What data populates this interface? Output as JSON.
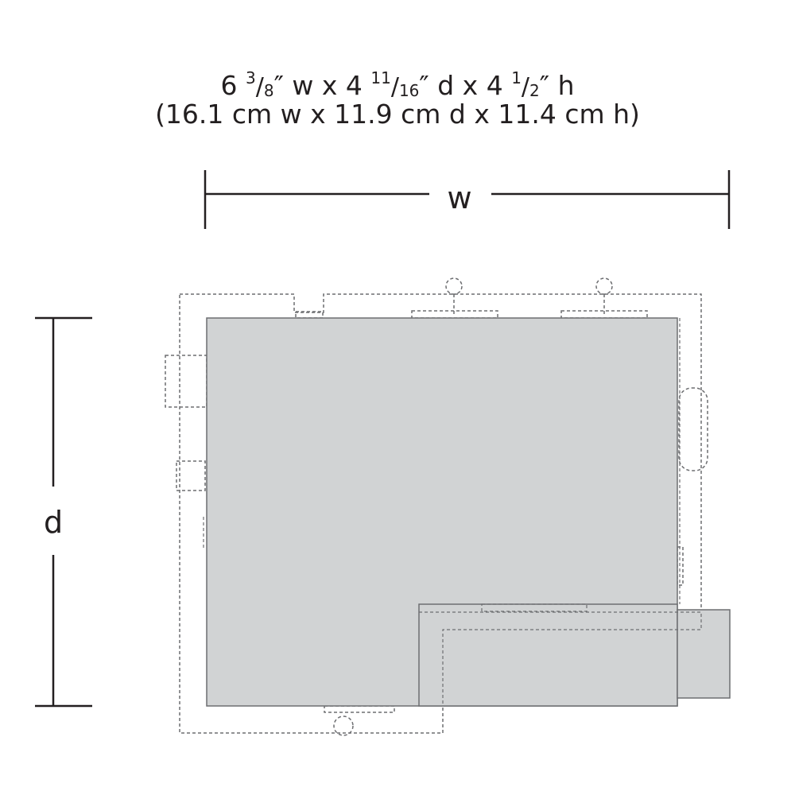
{
  "dimensions": {
    "imperial": {
      "w_whole": "6",
      "w_num": "3",
      "w_den": "8",
      "w_unit": "″ w x ",
      "d_whole": "4",
      "d_num": "11",
      "d_den": "16",
      "d_unit": "″ d x ",
      "h_whole": "4",
      "h_num": "1",
      "h_den": "2",
      "h_unit": "″ h"
    },
    "metric": "(16.1 cm w x 11.9 cm d x 11.4 cm h)"
  },
  "axis_labels": {
    "width": "w",
    "depth": "d"
  },
  "colors": {
    "building_fill": "#d1d3d4",
    "outline": "#6d6e71",
    "dimension_line": "#231f20",
    "text": "#231f20"
  }
}
